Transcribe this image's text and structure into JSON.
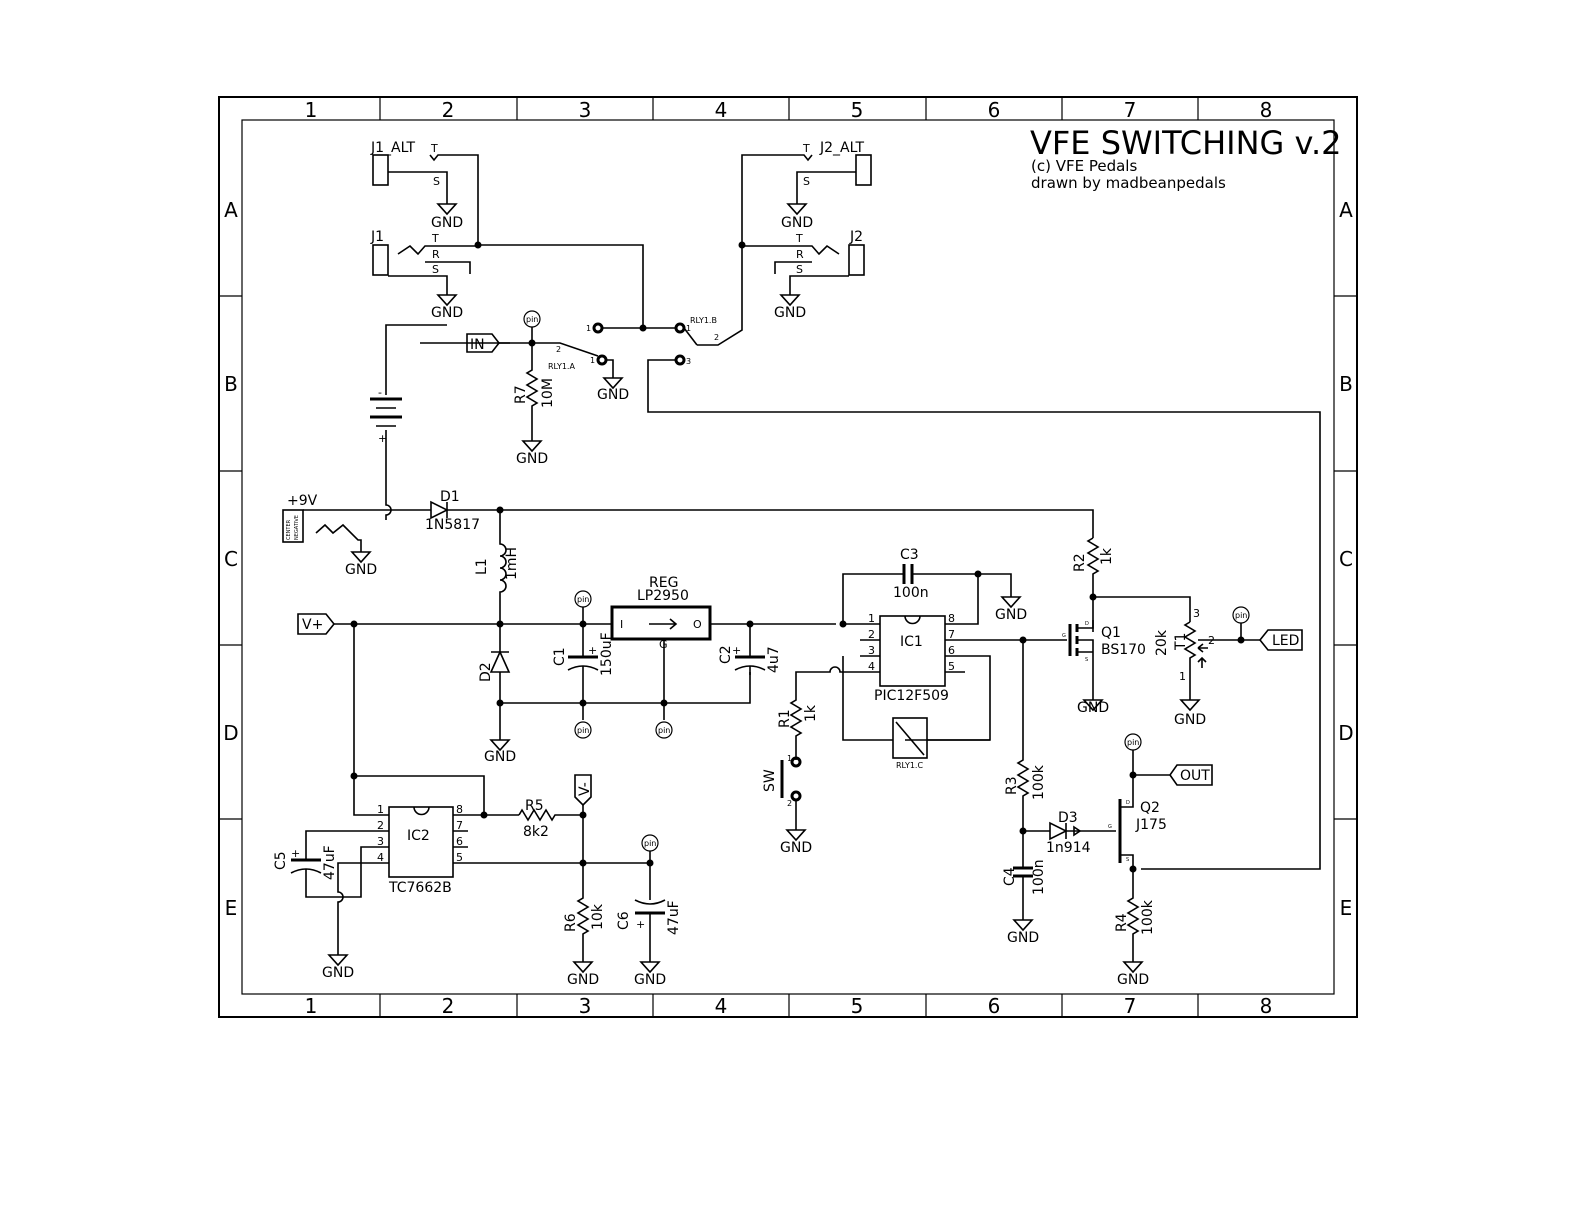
{
  "title": {
    "main": "VFE SWITCHING v.2",
    "line1": "(c) VFE Pedals",
    "line2": "drawn by madbeanpedals"
  },
  "frame": {
    "columns": [
      "1",
      "2",
      "3",
      "4",
      "5",
      "6",
      "7",
      "8"
    ],
    "rows": [
      "A",
      "B",
      "C",
      "D",
      "E"
    ]
  },
  "labels": {
    "gnd": "GND",
    "pin": "pin",
    "plus9v": "+9V",
    "in": "IN",
    "led": "LED",
    "out": "OUT",
    "vplus": "V+",
    "vminus": "V-",
    "tip": "T",
    "ring": "R",
    "sleeve": "S",
    "plus": "+",
    "minus": "-",
    "dc_jack_text1": "CENTER",
    "dc_jack_text2": "NEGATIVE"
  },
  "components": {
    "j1_alt": "J1_ALT",
    "j2_alt": "J2_ALT",
    "j1": "J1",
    "j2": "J2",
    "rly1a": "RLY1.A",
    "rly1b": "RLY1.B",
    "rly1c": "RLY1.C",
    "r7": {
      "name": "R7",
      "value": "10M"
    },
    "d1": {
      "name": "D1",
      "value": "1N5817"
    },
    "l1": {
      "name": "L1",
      "value": "1mH"
    },
    "reg": {
      "name": "REG",
      "value": "LP2950",
      "in": "I",
      "out": "O",
      "gnd": "G"
    },
    "c1": {
      "name": "C1",
      "value": "150uF"
    },
    "c2": {
      "name": "C2",
      "value": "4u7"
    },
    "c3": {
      "name": "C3",
      "value": "100n"
    },
    "d2": {
      "name": "D2"
    },
    "ic1": {
      "name": "IC1",
      "value": "PIC12F509",
      "pins": [
        "1",
        "2",
        "3",
        "4",
        "5",
        "6",
        "7",
        "8"
      ]
    },
    "r1": {
      "name": "R1",
      "value": "1k"
    },
    "sw": {
      "name": "SW"
    },
    "r2": {
      "name": "R2",
      "value": "1k"
    },
    "q1": {
      "name": "Q1",
      "value": "BS170"
    },
    "t1": {
      "name": "T1",
      "value": "20k"
    },
    "r3": {
      "name": "R3",
      "value": "100k"
    },
    "d3": {
      "name": "D3",
      "value": "1n914"
    },
    "q2": {
      "name": "Q2",
      "value": "J175"
    },
    "c4": {
      "name": "C4",
      "value": "100n"
    },
    "r4": {
      "name": "R4",
      "value": "100k"
    },
    "ic2": {
      "name": "IC2",
      "value": "TC7662B",
      "pins": [
        "1",
        "2",
        "3",
        "4",
        "5",
        "6",
        "7",
        "8"
      ]
    },
    "r5": {
      "name": "R5",
      "value": "8k2"
    },
    "r6": {
      "name": "R6",
      "value": "10k"
    },
    "c5": {
      "name": "C5",
      "value": "47uF"
    },
    "c6": {
      "name": "C6",
      "value": "47uF"
    }
  },
  "pin_numbers": {
    "one": "1",
    "two": "2",
    "three": "3"
  },
  "pin_letters": {
    "g": "G",
    "d": "D",
    "s": "S"
  }
}
